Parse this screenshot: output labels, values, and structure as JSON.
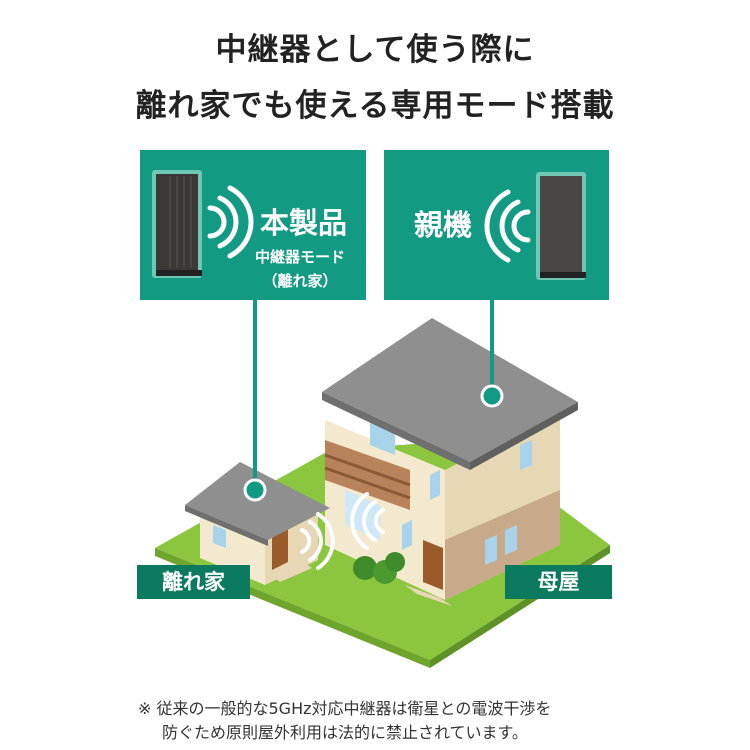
{
  "header": {
    "line1": "中継器として使う際に",
    "line2": "離れ家でも使える専用モード搭載"
  },
  "product_box": {
    "title": "本製品",
    "mode": "中継器モード",
    "location": "（離れ家）"
  },
  "parent_box": {
    "title": "親機"
  },
  "labels": {
    "annex": "離れ家",
    "main_house": "母屋"
  },
  "footnote": {
    "line1": "※ 従来の一般的な5GHz対応中継器は衛星との電波干渉を",
    "line2": "防ぐため原則屋外利用は法的に禁止されています。"
  },
  "colors": {
    "accent": "#139a83",
    "tag": "#0b7a5f",
    "lawn": "#8cc63f"
  }
}
